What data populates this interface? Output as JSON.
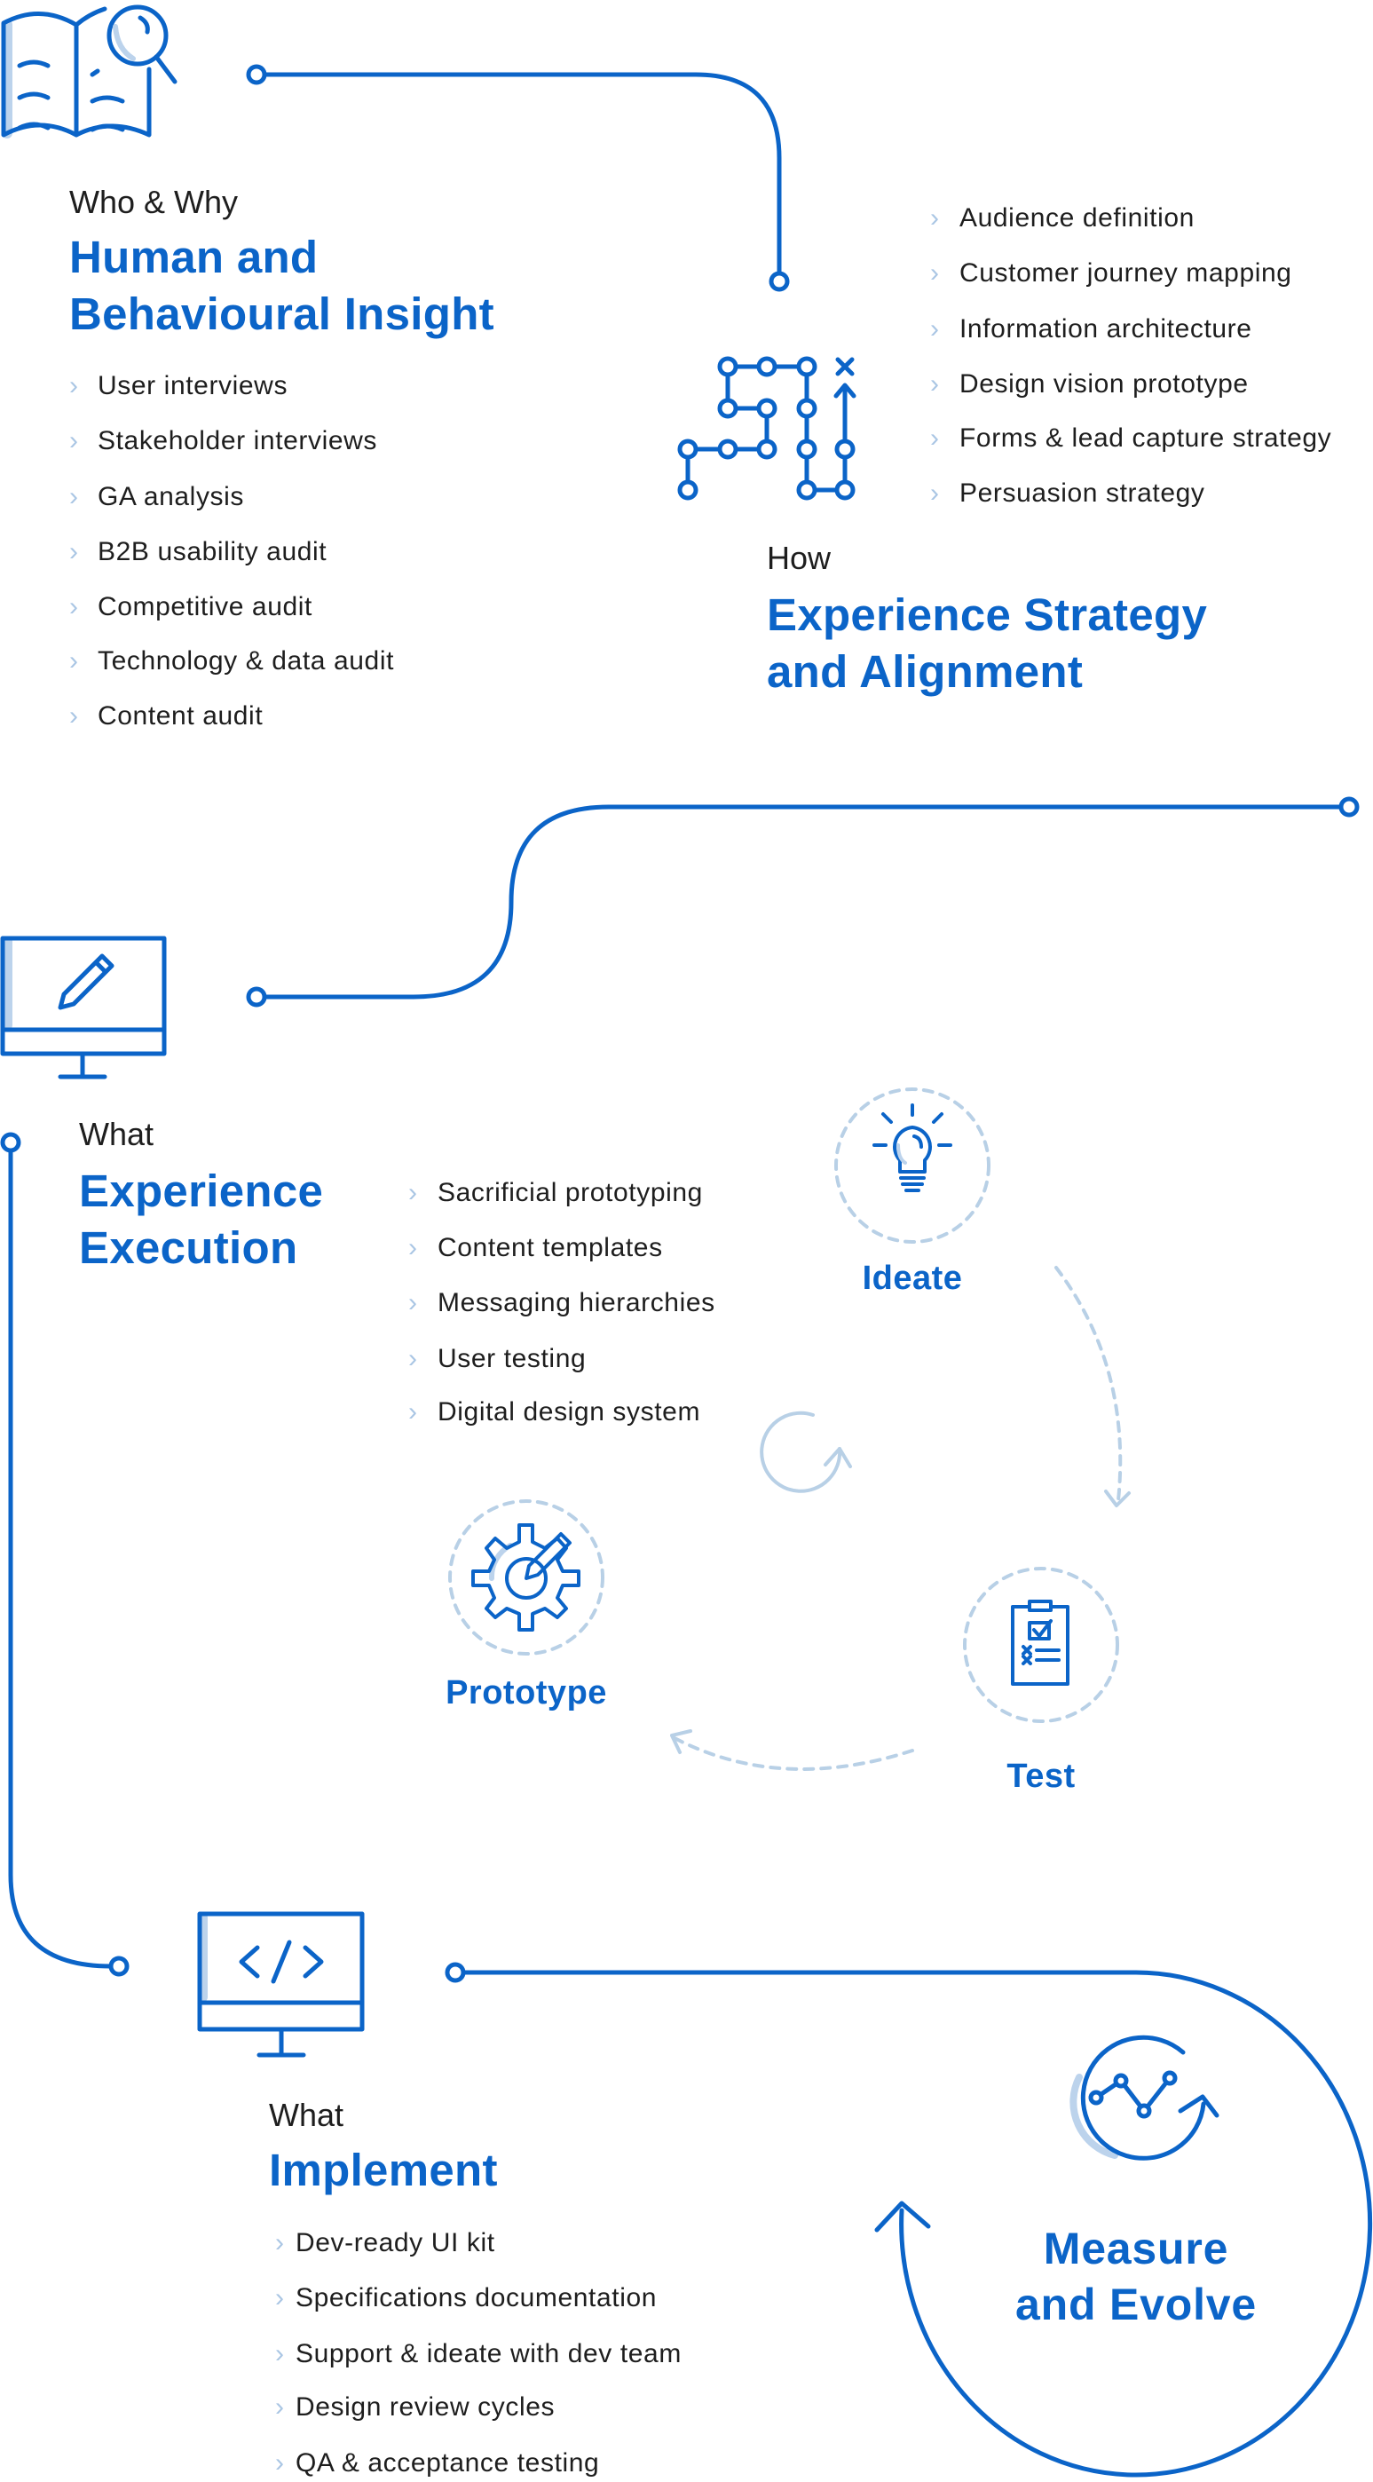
{
  "colors": {
    "accent": "#0b64c8",
    "light": "#bcd3ec",
    "dashed": "#b8d0e6",
    "chevron": "#aac6e4"
  },
  "sections": {
    "insight": {
      "kicker": "Who & Why",
      "title_line1": "Human and",
      "title_line2": "Behavioural Insight",
      "icon": "book-search-icon",
      "items": [
        "User interviews",
        "Stakeholder interviews",
        "GA analysis",
        "B2B usability audit",
        "Competitive audit",
        "Technology & data audit",
        "Content audit"
      ]
    },
    "strategy": {
      "kicker": "How",
      "title_line1": "Experience Strategy",
      "title_line2": "and Alignment",
      "icon": "path-map-icon",
      "items": [
        "Audience definition",
        "Customer journey mapping",
        "Information architecture",
        "Design vision prototype",
        "Forms & lead capture strategy",
        "Persuasion strategy"
      ]
    },
    "execution": {
      "kicker": "What",
      "title_line1": "Experience",
      "title_line2": "Execution",
      "icon": "monitor-pencil-icon",
      "items": [
        "Sacrificial prototyping",
        "Content templates",
        "Messaging hierarchies",
        "User testing",
        "Digital design system"
      ]
    },
    "cycle": {
      "ideate": "Ideate",
      "test": "Test",
      "prototype": "Prototype"
    },
    "implement": {
      "kicker": "What",
      "title_line1": "Implement",
      "icon": "monitor-code-icon",
      "items": [
        "Dev-ready UI kit",
        "Specifications documentation",
        "Support & ideate with dev team",
        "Design review cycles",
        "QA & acceptance testing"
      ]
    },
    "measure": {
      "title_line1": "Measure",
      "title_line2": "and Evolve",
      "icon": "chart-cycle-icon"
    }
  }
}
